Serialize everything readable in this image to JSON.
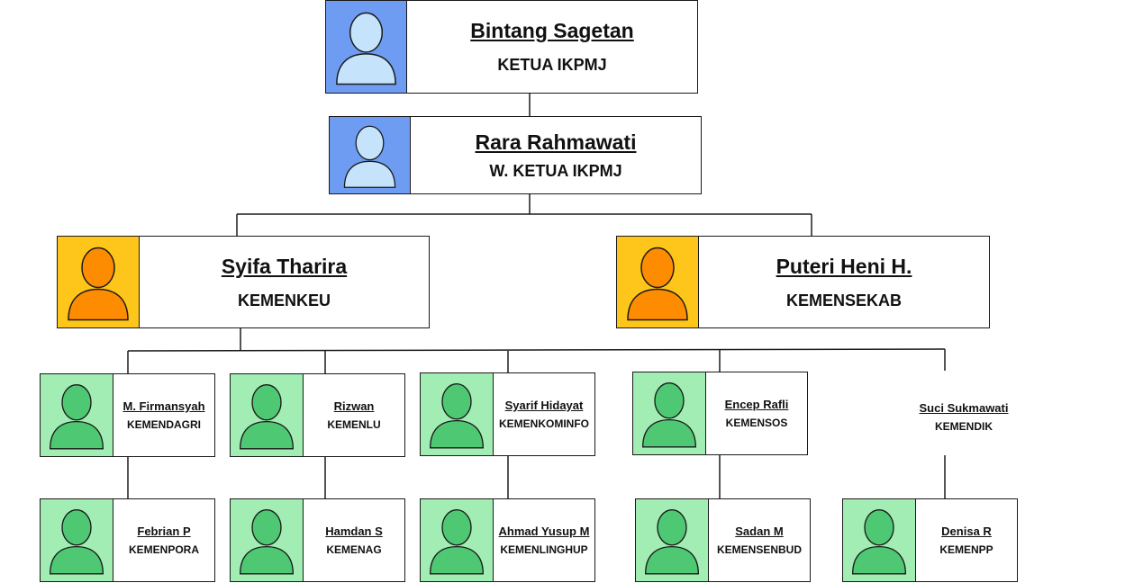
{
  "colors": {
    "leaders": "#6e9cf2",
    "heads": "#fec51b",
    "members": "#a1edb3",
    "avatar_blue": "#c5e3fa",
    "avatar_orange": "#fe8c00",
    "avatar_green": "#4fc874"
  },
  "icons": {
    "person": "person-icon"
  },
  "ketua": {
    "name": "Bintang Sagetan",
    "role": "KETUA IKPMJ"
  },
  "wakil": {
    "name": "Rara Rahmawati",
    "role": "W. KETUA IKPMJ"
  },
  "heads": [
    {
      "name": "Syifa Tharira",
      "role": "KEMENKEU"
    },
    {
      "name": "Puteri Heni H.",
      "role": "KEMENSEKAB"
    }
  ],
  "ministers": [
    {
      "name": "M. Firmansyah",
      "role": "KEMENDAGRI"
    },
    {
      "name": "Rizwan",
      "role": "KEMENLU"
    },
    {
      "name": "Syarif Hidayat",
      "role": "KEMENKOMINFO"
    },
    {
      "name": "Encep Rafli",
      "role": "KEMENSOS"
    },
    {
      "name": "Suci Sukmawati",
      "role": "KEMENDIK"
    }
  ],
  "deputies": [
    {
      "name": "Febrian P",
      "role": "KEMENPORA"
    },
    {
      "name": "Hamdan S",
      "role": "KEMENAG"
    },
    {
      "name": "Ahmad Yusup M",
      "role": "KEMENLINGHUP"
    },
    {
      "name": "Sadan M",
      "role": "KEMENSENBUD"
    },
    {
      "name": "Denisa R",
      "role": "KEMENPP"
    }
  ]
}
